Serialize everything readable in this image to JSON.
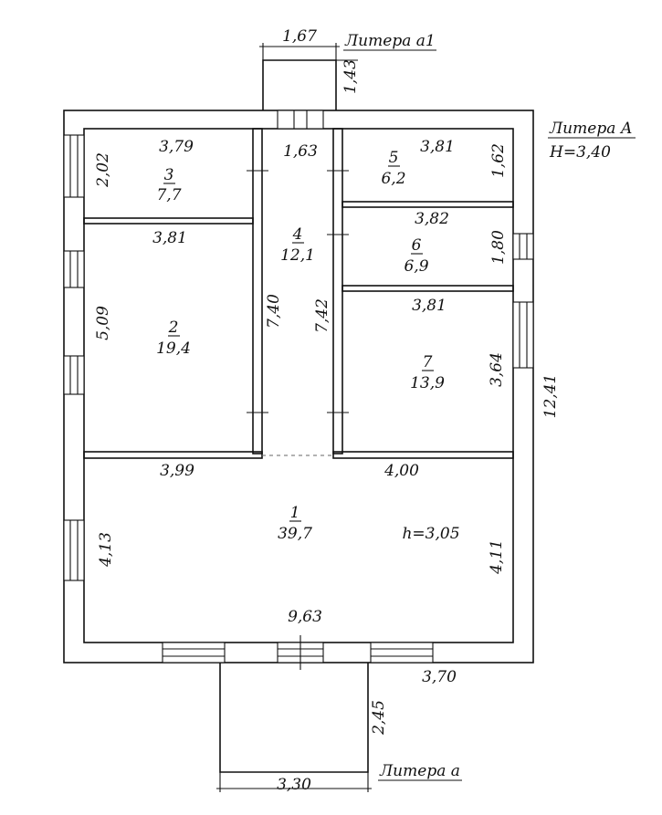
{
  "labels": {
    "litera_a1": "Литера а1",
    "litera_A": "Литера А",
    "H_main": "Н=3,40",
    "litera_a": "Литера а",
    "h_room": "h=3,05"
  },
  "rooms": {
    "r1": {
      "num": "1",
      "area": "39,7"
    },
    "r2": {
      "num": "2",
      "area": "19,4"
    },
    "r3": {
      "num": "3",
      "area": "7,7"
    },
    "r4": {
      "num": "4",
      "area": "12,1"
    },
    "r5": {
      "num": "5",
      "area": "6,2"
    },
    "r6": {
      "num": "6",
      "area": "6,9"
    },
    "r7": {
      "num": "7",
      "area": "13,9"
    }
  },
  "dims": {
    "a1_width": "1,67",
    "a1_depth": "1,43",
    "r3_width": "3,79",
    "r3_height": "2,02",
    "corridor_top": "1,63",
    "r5_width": "3,81",
    "r5_height": "1,62",
    "r2_width": "3,81",
    "r6_width": "3,82",
    "r6_height": "1,80",
    "r2_height": "5,09",
    "corridor_left": "7,40",
    "corridor_right": "7,42",
    "r7_width": "3,81",
    "r7_height": "3,64",
    "total_height": "12,41",
    "r1_left_width": "3,99",
    "r1_right_width": "4,00",
    "r1_left_height": "4,13",
    "r1_right_height": "4,11",
    "r1_bottom_width": "9,63",
    "outer_seg": "3,70",
    "a_depth": "2,45",
    "a_width": "3,30"
  }
}
